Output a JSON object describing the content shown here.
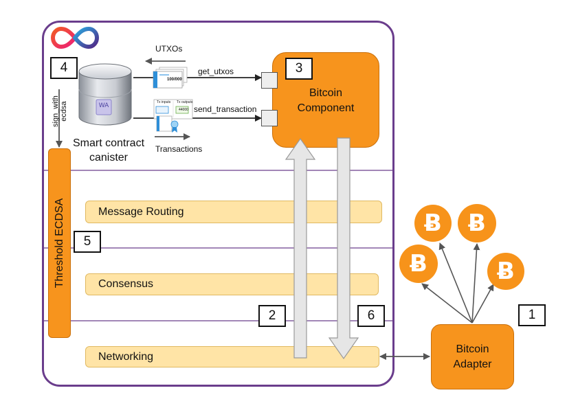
{
  "labels": {
    "utxos": "UTXOs",
    "get_utxos": "get_utxos",
    "send_transaction": "send_transaction",
    "transactions": "Transactions",
    "sign_with_ecdsa": "sign_with_ecdsa",
    "sign_with": "sign_with",
    "ecdsa": "ecdsa",
    "canister_line1": "Smart contract",
    "canister_line2": "canister",
    "bitcoin_component_line1": "Bitcoin",
    "bitcoin_component_line2": "Component",
    "threshold_ecdsa": "Threshold ECDSA",
    "message_routing": "Message Routing",
    "consensus": "Consensus",
    "networking": "Networking",
    "bitcoin_adapter_line1": "Bitcoin",
    "bitcoin_adapter_line2": "Adapter",
    "doc_amount": "100/000",
    "tx_inputs": "Tx inputs",
    "tx_outputs": "Tx outputs",
    "tx_value": "44000",
    "canister_badge": "WA"
  },
  "steps": [
    "1",
    "2",
    "3",
    "4",
    "5",
    "6"
  ],
  "bitcoin_symbol": "Ƀ",
  "icons": [
    "internet-computer-logo-icon",
    "database-canister-icon",
    "utxo-document-icon",
    "transaction-certificate-icon",
    "bitcoin-coin-icon"
  ],
  "colors": {
    "border_purple": "#6a3d8c",
    "orange": "#f7941d",
    "bar_fill": "#ffe4a6",
    "arrow_gray": "#e6e6e6",
    "bitcoin": "#f7931a"
  }
}
